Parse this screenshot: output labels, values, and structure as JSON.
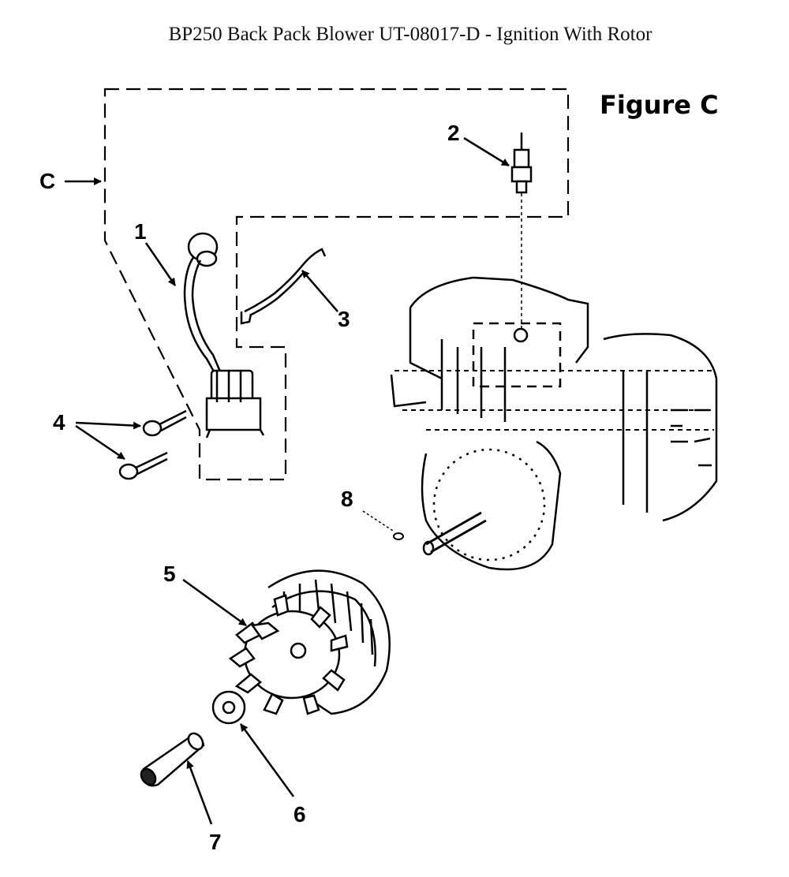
{
  "title": "BP250 Back Pack Blower UT-08017-D - Ignition With Rotor",
  "figure_label": "Figure C",
  "callouts": {
    "c": "C",
    "p1": "1",
    "p2": "2",
    "p3": "3",
    "p4": "4",
    "p5": "5",
    "p6": "6",
    "p7": "7",
    "p8": "8"
  },
  "colors": {
    "ink": "#000000",
    "background": "#ffffff"
  }
}
